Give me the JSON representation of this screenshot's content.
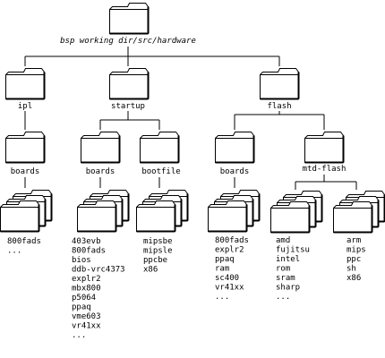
{
  "root": {
    "label": "bsp working dir/src/hardware"
  },
  "level1": [
    {
      "label": "ipl"
    },
    {
      "label": "startup"
    },
    {
      "label": "flash"
    }
  ],
  "level2": [
    {
      "label": "boards"
    },
    {
      "label": "boards"
    },
    {
      "label": "bootfile"
    },
    {
      "label": "boards"
    },
    {
      "label": "mtd-flash"
    }
  ],
  "lists": [
    {
      "items": [
        "800fads",
        "..."
      ]
    },
    {
      "items": [
        "403evb",
        "800fads",
        "bios",
        "ddb-vrc4373",
        "explr2",
        "mbx800",
        "p5064",
        "ppaq",
        "vme603",
        "vr41xx",
        "..."
      ]
    },
    {
      "items": [
        "mipsbe",
        "mipsle",
        "ppcbe",
        "x86"
      ]
    },
    {
      "items": [
        "800fads",
        "explr2",
        "ppaq",
        "ram",
        "sc400",
        "vr41xx",
        "..."
      ]
    },
    {
      "items": [
        "amd",
        "fujitsu",
        "intel",
        "rom",
        "sram",
        "sharp",
        "..."
      ]
    },
    {
      "items": [
        "arm",
        "mips",
        "ppc",
        "sh",
        "x86"
      ]
    }
  ],
  "icons": {
    "folder": "folder-icon",
    "folder_stack": "folder-stack-icon"
  },
  "colors": {
    "ink": "#000000",
    "paper": "#ffffff"
  }
}
